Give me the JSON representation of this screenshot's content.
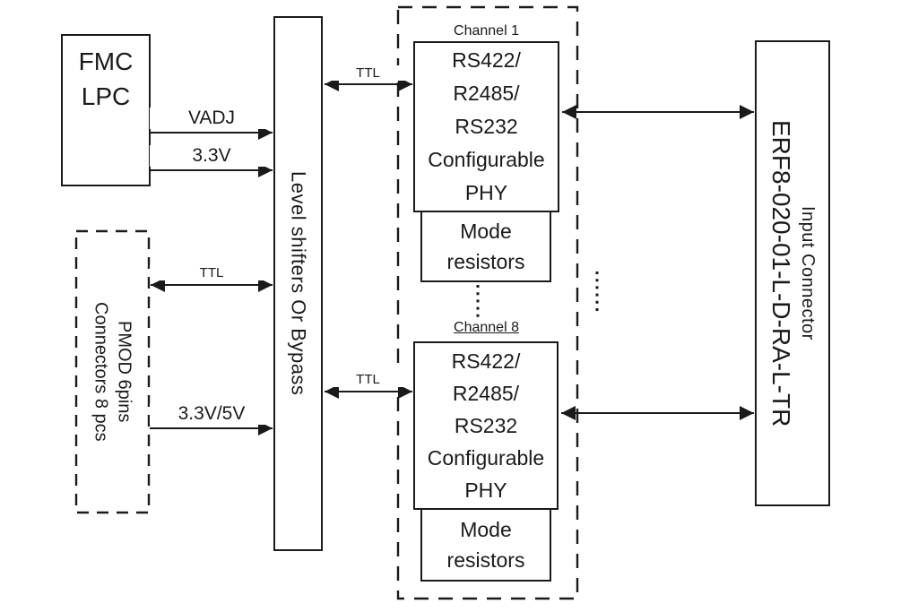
{
  "colors": {
    "line": "#1a1a1a",
    "background": "#ffffff"
  },
  "boxes": {
    "fmc": {
      "label": "FMC\nLPC"
    },
    "level_shifters": {
      "label": "Level shifters Or Bypass"
    },
    "pmod": {
      "line1": "PMOD 6pins",
      "line2": "Connectors 8 pcs"
    },
    "input_connector": {
      "line1": "Input Connector",
      "line2": "ERF8-020-01-L-D-RA-L-TR"
    }
  },
  "channels": [
    {
      "label": "Channel 1",
      "phy": "RS422/\nR2485/\nRS232\nConfigurable\nPHY",
      "mode": "Mode\nresistors"
    },
    {
      "label": "Channel 8",
      "phy": "RS422/\nR2485/\nRS232\nConfigurable\nPHY",
      "mode": "Mode\nresistors"
    }
  ],
  "signals": {
    "vadj": "VADJ",
    "v33": "3.3V",
    "ttl": "TTL",
    "v33_5v": "3.3V/5V"
  }
}
